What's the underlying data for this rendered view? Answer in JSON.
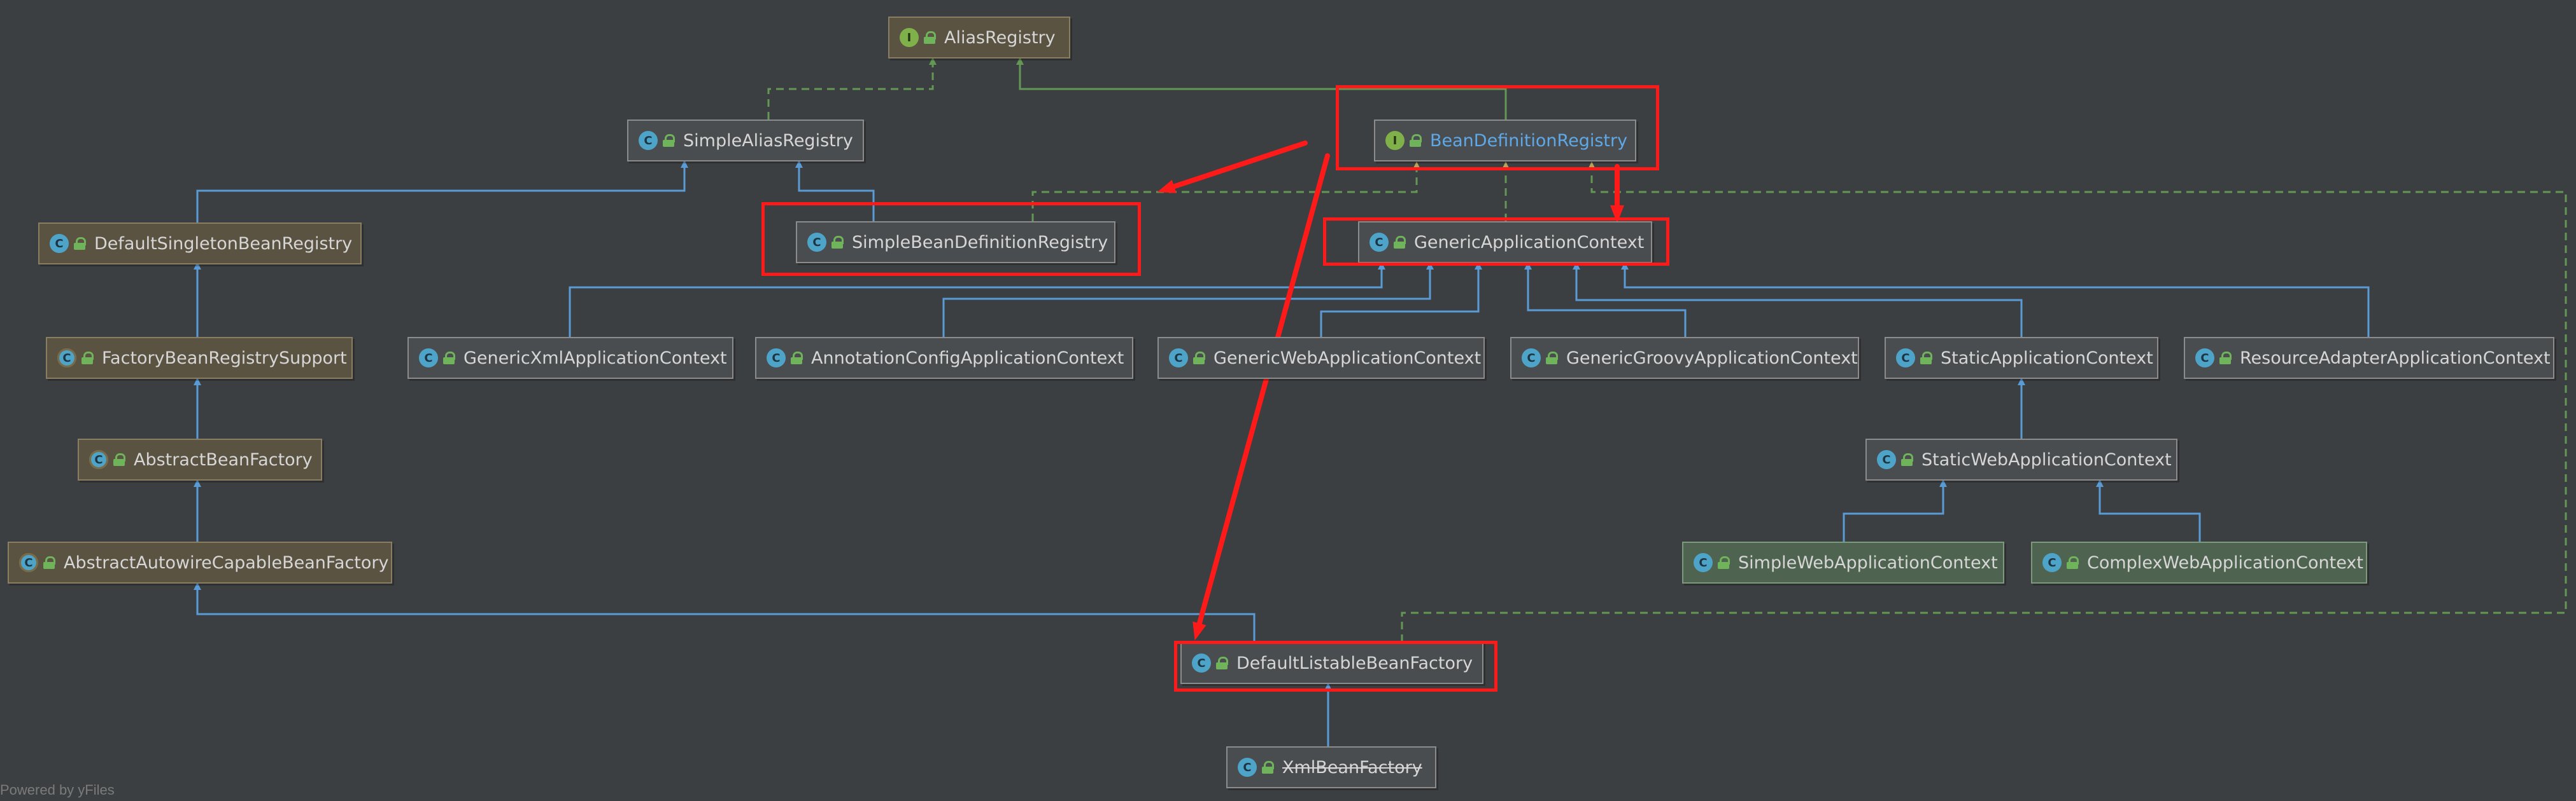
{
  "nodes": {
    "alias_registry": {
      "label": "AliasRegistry",
      "kind": "interface"
    },
    "simple_alias_registry": {
      "label": "SimpleAliasRegistry",
      "kind": "class"
    },
    "bean_definition_registry": {
      "label": "BeanDefinitionRegistry",
      "kind": "interface"
    },
    "default_singleton_bean_registry": {
      "label": "DefaultSingletonBeanRegistry",
      "kind": "class"
    },
    "simple_bean_definition_registry": {
      "label": "SimpleBeanDefinitionRegistry",
      "kind": "class"
    },
    "generic_application_context": {
      "label": "GenericApplicationContext",
      "kind": "class"
    },
    "factory_bean_registry_support": {
      "label": "FactoryBeanRegistrySupport",
      "kind": "abstract-class"
    },
    "generic_xml_application_context": {
      "label": "GenericXmlApplicationContext",
      "kind": "class"
    },
    "annotation_config_application_context": {
      "label": "AnnotationConfigApplicationContext",
      "kind": "class"
    },
    "generic_web_application_context": {
      "label": "GenericWebApplicationContext",
      "kind": "class"
    },
    "generic_groovy_application_context": {
      "label": "GenericGroovyApplicationContext",
      "kind": "class"
    },
    "static_application_context": {
      "label": "StaticApplicationContext",
      "kind": "class"
    },
    "resource_adapter_application_context": {
      "label": "ResourceAdapterApplicationContext",
      "kind": "class"
    },
    "abstract_bean_factory": {
      "label": "AbstractBeanFactory",
      "kind": "abstract-class"
    },
    "static_web_application_context": {
      "label": "StaticWebApplicationContext",
      "kind": "class"
    },
    "abstract_autowire_capable_bean_factory": {
      "label": "AbstractAutowireCapableBeanFactory",
      "kind": "abstract-class"
    },
    "simple_web_application_context": {
      "label": "SimpleWebApplicationContext",
      "kind": "class"
    },
    "complex_web_application_context": {
      "label": "ComplexWebApplicationContext",
      "kind": "class"
    },
    "default_listable_bean_factory": {
      "label": "DefaultListableBeanFactory",
      "kind": "class"
    },
    "xml_bean_factory": {
      "label": "XmlBeanFactory",
      "kind": "deprecated-class"
    }
  },
  "badges": {
    "class": "C",
    "interface": "I"
  },
  "colors": {
    "background": "#3c3f41",
    "extends_edge": "#5b9bd5",
    "implements_edge": "#629755",
    "highlight": "#ff1a1a"
  },
  "footer": "Powered by yFiles"
}
